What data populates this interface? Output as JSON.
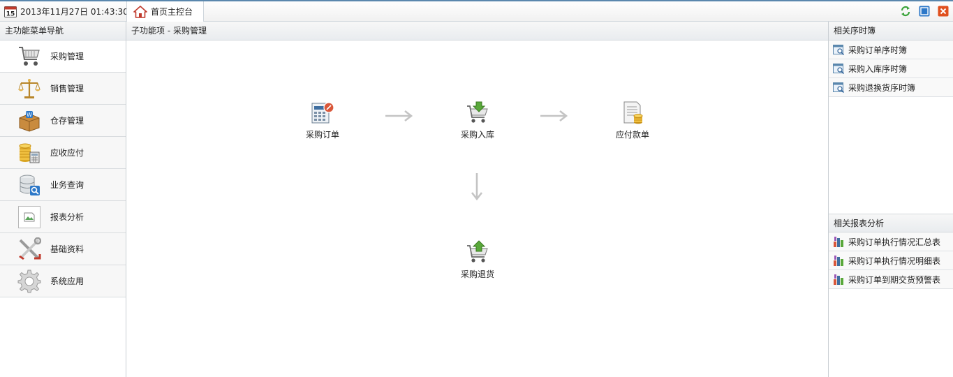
{
  "topbar": {
    "datetime": "2013年11月27日  01:43:30",
    "calendar_day": "15",
    "home_tab": "首页主控台"
  },
  "left_nav": {
    "title": "主功能菜单导航",
    "items": [
      {
        "label": "采购管理",
        "icon": "shopping-cart-icon",
        "active": true
      },
      {
        "label": "销售管理",
        "icon": "balance-scale-icon"
      },
      {
        "label": "仓存管理",
        "icon": "warehouse-box-icon"
      },
      {
        "label": "应收应付",
        "icon": "coins-calculator-icon"
      },
      {
        "label": "业务查询",
        "icon": "database-search-icon"
      },
      {
        "label": "报表分析",
        "icon": "broken-image-icon"
      },
      {
        "label": "基础资料",
        "icon": "tools-icon"
      },
      {
        "label": "系统应用",
        "icon": "gear-icon"
      }
    ]
  },
  "center": {
    "title": "子功能项 - 采购管理",
    "flow": {
      "order": "采购订单",
      "inbound": "采购入库",
      "payable": "应付款单",
      "return": "采购退货"
    }
  },
  "right": {
    "sequence_title": "相关序时簿",
    "sequence_items": [
      "采购订单序时簿",
      "采购入库序时簿",
      "采购退换货序时簿"
    ],
    "report_title": "相关报表分析",
    "report_items": [
      "采购订单执行情况汇总表",
      "采购订单执行情况明细表",
      "采购订单到期交货预警表"
    ]
  },
  "colors": {
    "accent": "#5a87ad",
    "arrow": "#c4c4c4",
    "close": "#e0501e",
    "refresh": "#3aa33a"
  }
}
